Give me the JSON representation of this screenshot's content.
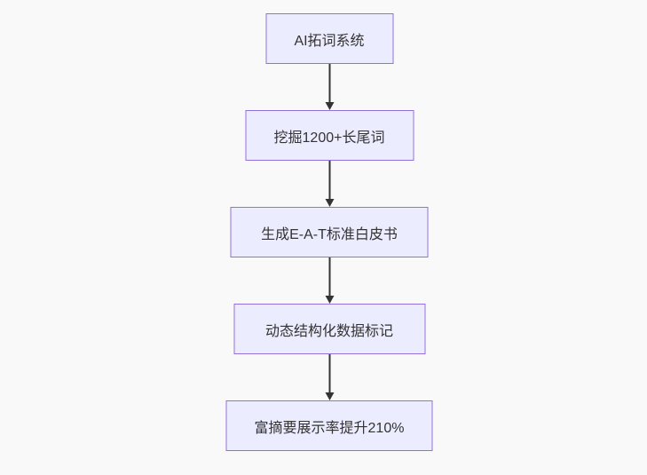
{
  "colors": {
    "background": "#f9f9f9",
    "node_fill": "#ECECFF",
    "node_border": "#9370DB",
    "arrow": "#333333",
    "text": "#333333"
  },
  "flowchart": {
    "type": "flowchart",
    "direction": "top-down",
    "nodes": [
      {
        "id": "n1",
        "label": "AI拓词系统"
      },
      {
        "id": "n2",
        "label": "挖掘1200+长尾词"
      },
      {
        "id": "n3",
        "label": "生成E-A-T标准白皮书"
      },
      {
        "id": "n4",
        "label": "动态结构化数据标记"
      },
      {
        "id": "n5",
        "label": "富摘要展示率提升210%"
      }
    ],
    "edges": [
      {
        "from": "n1",
        "to": "n2"
      },
      {
        "from": "n2",
        "to": "n3"
      },
      {
        "from": "n3",
        "to": "n4"
      },
      {
        "from": "n4",
        "to": "n5"
      }
    ]
  }
}
